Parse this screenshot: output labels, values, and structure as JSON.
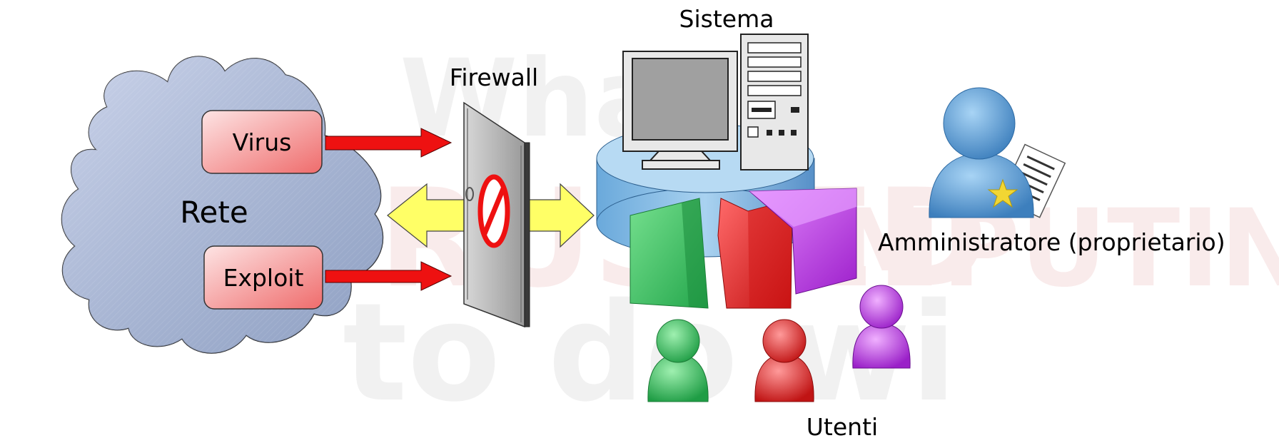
{
  "labels": {
    "network": "Rete",
    "virus": "Virus",
    "exploit": "Exploit",
    "firewall": "Firewall",
    "system": "Sistema",
    "admin": "Amministratore (proprietario)",
    "users": "Utenti"
  },
  "icons": [
    "cloud-icon",
    "firewall-door-icon",
    "no-entry-icon",
    "computer-monitor-icon",
    "tower-pc-icon",
    "database-cylinder-icon",
    "admin-user-icon",
    "user-icon"
  ],
  "colors": {
    "red_arrow": "#ee1111",
    "yellow_arrow": "#ffff66",
    "cloud": "#a8b6d3",
    "green": "#3cc060",
    "red": "#e02020",
    "purple": "#b030d8",
    "blue": "#5e9ed2"
  }
}
